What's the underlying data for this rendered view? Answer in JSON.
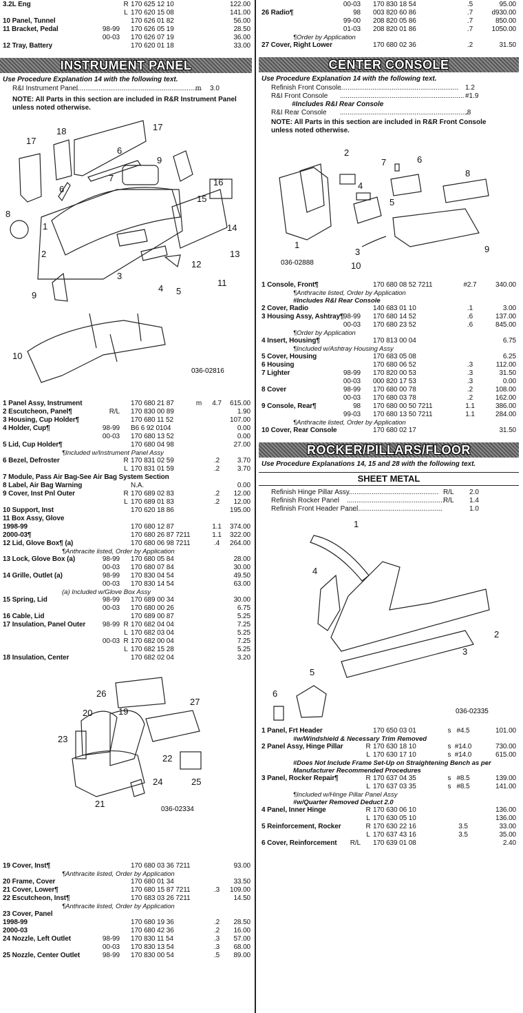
{
  "left_top_rows": [
    {
      "desc": "3.2L Eng",
      "year": "",
      "side": "R",
      "part": "170 625 12 10",
      "labor": "",
      "price": "122.00"
    },
    {
      "desc": "",
      "year": "",
      "side": "L",
      "part": "170 620 15 08",
      "labor": "",
      "price": "141.00"
    },
    {
      "desc": "10  Panel, Tunnel",
      "year": "",
      "side": "",
      "part": "170 626 01 82",
      "labor": "",
      "price": "56.00"
    },
    {
      "desc": "11  Bracket, Pedal",
      "year": "98-99",
      "side": "",
      "part": "170 626 05 19",
      "labor": "",
      "price": "28.50"
    },
    {
      "desc": "",
      "year": "00-03",
      "side": "",
      "part": "170 626 07 19",
      "labor": "",
      "price": "36.00"
    },
    {
      "desc": "12  Tray, Battery",
      "year": "",
      "side": "",
      "part": "170 620 01 18",
      "labor": "",
      "price": "33.00"
    }
  ],
  "right_top_rows": [
    {
      "desc": "",
      "year": "00-03",
      "side": "",
      "part": "170 830 18 54",
      "labor": ".5",
      "price": "95.00"
    },
    {
      "desc": "26  Radio¶",
      "year": "98",
      "side": "",
      "part": "003 820 60 86",
      "labor": ".7",
      "price": "d930.00"
    },
    {
      "desc": "",
      "year": "99-00",
      "side": "",
      "part": "208 820 05 86",
      "labor": ".7",
      "price": "850.00"
    },
    {
      "desc": "",
      "year": "01-03",
      "side": "",
      "part": "208 820 01 86",
      "labor": ".7",
      "price": "1050.00"
    },
    {
      "note": "¶Order by Application"
    },
    {
      "desc": "27  Cover, Right Lower",
      "year": "",
      "side": "",
      "part": "170 680 02 36",
      "labor": ".2",
      "price": "31.50"
    }
  ],
  "instrument_panel": {
    "title": "INSTRUMENT PANEL",
    "procedure": "Use Procedure Explanation 14 with the following text.",
    "ops": [
      {
        "label": "R&I Instrument Panel",
        "dots": "..................................................................",
        "code": "m",
        "value": "3.0"
      }
    ],
    "note": "NOTE: All Parts in this section are included in R&R Instrument Panel unless noted otherwise.",
    "figure1_id": "036-02816",
    "figure1_callouts": [
      "17",
      "18",
      "17",
      "6",
      "9",
      "7",
      "8",
      "6",
      "16",
      "1",
      "15",
      "14",
      "2",
      "13",
      "12",
      "3",
      "4",
      "5",
      "11",
      "9",
      "10"
    ],
    "rows": [
      {
        "desc": "1  Panel Assy, Instrument",
        "year": "",
        "side": "",
        "part": "170 680 21 87",
        "code": "m",
        "labor": "4.7",
        "price": "615.00"
      },
      {
        "desc": "2  Escutcheon, Panel¶",
        "year": "R/L",
        "side": "",
        "part": "170 830 00 89",
        "code": "",
        "labor": "",
        "price": "1.90"
      },
      {
        "desc": "3  Housing, Cup Holder¶",
        "year": "",
        "side": "",
        "part": "170 680 11 52",
        "code": "",
        "labor": "",
        "price": "107.00"
      },
      {
        "desc": "4  Holder, Cup¶",
        "year": "98-99",
        "side": "",
        "part": "B6 6 92 0104",
        "code": "",
        "labor": "",
        "price": "0.00"
      },
      {
        "desc": "",
        "year": "00-03",
        "side": "",
        "part": "170 680 13 52",
        "code": "",
        "labor": "",
        "price": "0.00"
      },
      {
        "desc": "5  Lid, Cup Holder¶",
        "year": "",
        "side": "",
        "part": "170 680 04 98",
        "code": "",
        "labor": "",
        "price": "27.00"
      },
      {
        "note": "¶Included w/Instrument Panel Assy"
      },
      {
        "desc": "6  Bezel, Defroster",
        "year": "",
        "side": "R",
        "part": "170 831 02 59",
        "code": "",
        "labor": ".2",
        "price": "3.70"
      },
      {
        "desc": "",
        "year": "",
        "side": "L",
        "part": "170 831 01 59",
        "code": "",
        "labor": ".2",
        "price": "3.70"
      },
      {
        "desc": "7  Module, Pass Air Bag-See Air Bag System Section",
        "year": "",
        "side": "",
        "part": "",
        "code": "",
        "labor": "",
        "price": ""
      },
      {
        "desc": "8  Label, Air Bag Warning",
        "year": "",
        "side": "",
        "part": "N.A.",
        "code": "",
        "labor": "",
        "price": "0.00"
      },
      {
        "desc": "9  Cover, Inst Pnl Outer",
        "year": "",
        "side": "R",
        "part": "170 689 02 83",
        "code": "",
        "labor": ".2",
        "price": "12.00"
      },
      {
        "desc": "",
        "year": "",
        "side": "L",
        "part": "170 689 01 83",
        "code": "",
        "labor": ".2",
        "price": "12.00"
      },
      {
        "desc": "10  Support, Inst",
        "year": "",
        "side": "",
        "part": "170 620 18 86",
        "code": "",
        "labor": "",
        "price": "195.00"
      },
      {
        "desc": "11  Box Assy, Glove",
        "year": "",
        "side": "",
        "part": "",
        "code": "",
        "labor": "",
        "price": ""
      },
      {
        "desc": "      1998-99",
        "year": "",
        "side": "",
        "part": "170 680 12 87",
        "code": "",
        "labor": "1.1",
        "price": "374.00"
      },
      {
        "desc": "      2000-03¶",
        "year": "",
        "side": "",
        "part": "170 680 26 87 7211",
        "code": "",
        "labor": "1.1",
        "price": "322.00"
      },
      {
        "desc": "12  Lid, Glove Box¶ (a)",
        "year": "",
        "side": "",
        "part": "170 680 06 98 7211",
        "code": "",
        "labor": ".4",
        "price": "264.00"
      },
      {
        "note": "¶Anthracite listed, Order by Application"
      },
      {
        "desc": "13  Lock, Glove Box (a)",
        "year": "98-99",
        "side": "",
        "part": "170 680 05 84",
        "code": "",
        "labor": "",
        "price": "28.00"
      },
      {
        "desc": "",
        "year": "00-03",
        "side": "",
        "part": "170 680 07 84",
        "code": "",
        "labor": "",
        "price": "30.00"
      },
      {
        "desc": "14  Grille, Outlet (a)",
        "year": "98-99",
        "side": "",
        "part": "170 830 04 54",
        "code": "",
        "labor": "",
        "price": "49.50"
      },
      {
        "desc": "",
        "year": "00-03",
        "side": "",
        "part": "170 830 14 54",
        "code": "",
        "labor": "",
        "price": "63.00"
      },
      {
        "note": "(a) Included w/Glove Box Assy"
      },
      {
        "desc": "15  Spring, Lid",
        "year": "98-99",
        "side": "",
        "part": "170 689 00 34",
        "code": "",
        "labor": "",
        "price": "30.00"
      },
      {
        "desc": "",
        "year": "00-03",
        "side": "",
        "part": "170 680 00 26",
        "code": "",
        "labor": "",
        "price": "6.75"
      },
      {
        "desc": "16  Cable, Lid",
        "year": "",
        "side": "",
        "part": "170 689 00 87",
        "code": "",
        "labor": "",
        "price": "5.25"
      },
      {
        "desc": "17  Insulation, Panel Outer",
        "year": "98-99",
        "side": "R",
        "part": "170 682 04 04",
        "code": "",
        "labor": "",
        "price": "7.25"
      },
      {
        "desc": "",
        "year": "",
        "side": "L",
        "part": "170 682 03 04",
        "code": "",
        "labor": "",
        "price": "5.25"
      },
      {
        "desc": "",
        "year": "00-03",
        "side": "R",
        "part": "170 682 00 04",
        "code": "",
        "labor": "",
        "price": "7.25"
      },
      {
        "desc": "",
        "year": "",
        "side": "L",
        "part": "170 682 15 28",
        "code": "",
        "labor": "",
        "price": "5.25"
      },
      {
        "desc": "18  Insulation, Center",
        "year": "",
        "side": "",
        "part": "170 682 02 04",
        "code": "",
        "labor": "",
        "price": "3.20"
      }
    ],
    "figure2_id": "036-02334",
    "figure2_callouts": [
      "26",
      "27",
      "20",
      "19",
      "23",
      "22",
      "24",
      "25",
      "21"
    ],
    "rows2": [
      {
        "desc": "19  Cover, Inst¶",
        "year": "",
        "side": "",
        "part": "170 680 03 36 7211",
        "code": "",
        "labor": "",
        "price": "93.00"
      },
      {
        "note": "¶Anthracite listed, Order by Application"
      },
      {
        "desc": "20  Frame, Cover",
        "year": "",
        "side": "",
        "part": "170 680 01 34",
        "code": "",
        "labor": "",
        "price": "33.50"
      },
      {
        "desc": "21  Cover, Lower¶",
        "year": "",
        "side": "",
        "part": "170 680 15 87 7211",
        "code": "",
        "labor": ".3",
        "price": "109.00"
      },
      {
        "desc": "22  Escutcheon, Inst¶",
        "year": "",
        "side": "",
        "part": "170 683 03 26 7211",
        "code": "",
        "labor": "",
        "price": "14.50"
      },
      {
        "note": "¶Anthracite listed, Order by Application"
      },
      {
        "desc": "23  Cover, Panel",
        "year": "",
        "side": "",
        "part": "",
        "code": "",
        "labor": "",
        "price": ""
      },
      {
        "desc": "      1998-99",
        "year": "",
        "side": "",
        "part": "170 680 19 36",
        "code": "",
        "labor": ".2",
        "price": "28.50"
      },
      {
        "desc": "      2000-03",
        "year": "",
        "side": "",
        "part": "170 680 42 36",
        "code": "",
        "labor": ".2",
        "price": "16.00"
      },
      {
        "desc": "24  Nozzle, Left Outlet",
        "year": "98-99",
        "side": "",
        "part": "170 830 11 54",
        "code": "",
        "labor": ".3",
        "price": "57.00"
      },
      {
        "desc": "",
        "year": "00-03",
        "side": "",
        "part": "170 830 13 54",
        "code": "",
        "labor": ".3",
        "price": "68.00"
      },
      {
        "desc": "25  Nozzle, Center Outlet",
        "year": "98-99",
        "side": "",
        "part": "170 830 00 54",
        "code": "",
        "labor": ".5",
        "price": "89.00"
      }
    ]
  },
  "center_console": {
    "title": "CENTER CONSOLE",
    "procedure": "Use Procedure Explanation 14 with the following text.",
    "ops": [
      {
        "label": "Refinish Front Console",
        "dots": "..............................................................",
        "value": "1.2"
      },
      {
        "label": "R&I Front Console",
        "dots": ".................................................................",
        "value": "#1.9"
      },
      {
        "sub": "#Includes R&I Rear Console"
      },
      {
        "label": "R&I Rear Console",
        "dots": "...................................................................",
        "value": ".8"
      }
    ],
    "note": "NOTE: All Parts in this section are included in R&R Front Console unless noted otherwise.",
    "figure_id": "036-02888",
    "figure_callouts": [
      "2",
      "7",
      "6",
      "8",
      "4",
      "5",
      "1",
      "3",
      "10",
      "9"
    ],
    "rows": [
      {
        "desc": "1  Console, Front¶",
        "year": "",
        "side": "",
        "part": "170 680 08 52 7211",
        "labor": "#2.7",
        "price": "340.00"
      },
      {
        "note": "¶Anthracite listed, Order by Application"
      },
      {
        "note": "#Includes R&I Rear Console",
        "bold": true
      },
      {
        "desc": "2  Cover, Radio",
        "year": "",
        "side": "",
        "part": "140 683 01 10",
        "labor": ".1",
        "price": "3.00"
      },
      {
        "desc": "3  Housing Assy, Ashtray¶",
        "year": "98-99",
        "side": "",
        "part": "170 680 14 52",
        "labor": ".6",
        "price": "137.00"
      },
      {
        "desc": "",
        "year": "00-03",
        "side": "",
        "part": "170 680 23 52",
        "labor": ".6",
        "price": "845.00"
      },
      {
        "note": "¶Order by Application"
      },
      {
        "desc": "4  Insert, Housing¶",
        "year": "",
        "side": "",
        "part": "170 813 00 04",
        "labor": "",
        "price": "6.75"
      },
      {
        "note": "¶Included w/Ashtray Housing Assy"
      },
      {
        "desc": "5  Cover, Housing",
        "year": "",
        "side": "",
        "part": "170 683 05 08",
        "labor": "",
        "price": "6.25"
      },
      {
        "desc": "6  Housing",
        "year": "",
        "side": "",
        "part": "170 680 06 52",
        "labor": ".3",
        "price": "112.00"
      },
      {
        "desc": "7  Lighter",
        "year": "98-99",
        "side": "",
        "part": "170 820 00 53",
        "labor": ".3",
        "price": "31.50"
      },
      {
        "desc": "",
        "year": "00-03",
        "side": "",
        "part": "000 820 17 53",
        "labor": ".3",
        "price": "0.00"
      },
      {
        "desc": "8  Cover",
        "year": "98-99",
        "side": "",
        "part": "170 680 00 78",
        "labor": ".2",
        "price": "108.00"
      },
      {
        "desc": "",
        "year": "00-03",
        "side": "",
        "part": "170 680 03 78",
        "labor": ".2",
        "price": "162.00"
      },
      {
        "desc": "9  Console, Rear¶",
        "year": "98",
        "side": "",
        "part": "170 680 00 50 7211",
        "labor": "1.1",
        "price": "386.00"
      },
      {
        "desc": "",
        "year": "99-03",
        "side": "",
        "part": "170 680 13 50 7211",
        "labor": "1.1",
        "price": "284.00"
      },
      {
        "note": "¶Anthracite listed, Order by Application"
      },
      {
        "desc": "10  Cover, Rear Console",
        "year": "",
        "side": "",
        "part": "170 680 02 17",
        "labor": "",
        "price": "31.50"
      }
    ]
  },
  "rocker": {
    "title": "ROCKER/PILLARS/FLOOR",
    "procedure": "Use Procedure Explanations 14, 15 and 28 with the following text.",
    "subhead": "SHEET METAL",
    "ops": [
      {
        "label": "Refinish Hinge Pillar Assy",
        "dots": "................................................",
        "side": "R/L",
        "value": "2.0"
      },
      {
        "label": "   Refinish Rocker Panel",
        "dots": "...................................................",
        "side": "R/L",
        "value": "1.4"
      },
      {
        "label": "Refinish Front Header Panel",
        "dots": "..................................................",
        "side": "",
        "value": "1.0"
      }
    ],
    "figure_id": "036-02335",
    "figure_callouts": [
      "1",
      "4",
      "2",
      "3",
      "5",
      "6"
    ],
    "rows": [
      {
        "desc": "1  Panel, Frt Header",
        "year": "",
        "side": "",
        "part": "170 650 03 01",
        "code": "s",
        "labor": "#4.5",
        "price": "101.00"
      },
      {
        "note": "#w/Windshield & Necessary Trim Removed",
        "bold": true
      },
      {
        "desc": "2  Panel Assy, Hinge Pillar",
        "year": "",
        "side": "R",
        "part": "170 630 18 10",
        "code": "s",
        "labor": "#14.0",
        "price": "730.00"
      },
      {
        "desc": "",
        "year": "",
        "side": "L",
        "part": "170 630 17 10",
        "code": "s",
        "labor": "#14.0",
        "price": "615.00"
      },
      {
        "note": "#Does Not Include Frame Set-Up on Straightening Bench as per",
        "bold": true
      },
      {
        "note": "Manufacturer Recommended Procedures",
        "bold": true
      },
      {
        "desc": "3  Panel, Rocker Repair¶",
        "year": "",
        "side": "R",
        "part": "170 637 04 35",
        "code": "s",
        "labor": "#8.5",
        "price": "139.00"
      },
      {
        "desc": "",
        "year": "",
        "side": "L",
        "part": "170 637 03 35",
        "code": "s",
        "labor": "#8.5",
        "price": "141.00"
      },
      {
        "note": "¶Included w/Hinge Pillar Panel Assy"
      },
      {
        "note": "#w/Quarter Removed Deduct 2.0",
        "bold": true
      },
      {
        "desc": "4  Panel, Inner Hinge",
        "year": "",
        "side": "R",
        "part": "170 630 06 10",
        "code": "",
        "labor": "",
        "price": "136.00"
      },
      {
        "desc": "",
        "year": "",
        "side": "L",
        "part": "170 630 05 10",
        "code": "",
        "labor": "",
        "price": "136.00"
      },
      {
        "desc": "5  Reinforcement, Rocker",
        "year": "",
        "side": "R",
        "part": "170 630 22 16",
        "code": "",
        "labor": "3.5",
        "price": "33.00"
      },
      {
        "desc": "",
        "year": "",
        "side": "L",
        "part": "170 637 43 16",
        "code": "",
        "labor": "3.5",
        "price": "35.00"
      },
      {
        "desc": "6  Cover, Reinforcement",
        "year": "R/L",
        "side": "",
        "part": "170 639 01 08",
        "code": "",
        "labor": "",
        "price": "2.40"
      }
    ]
  }
}
